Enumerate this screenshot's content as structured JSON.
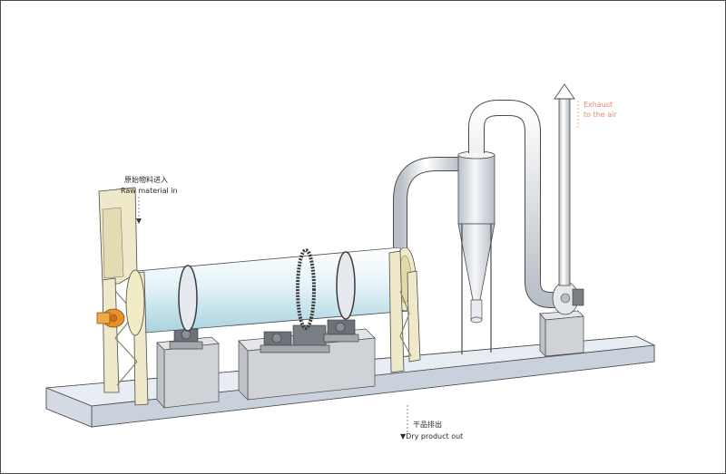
{
  "labels": {
    "raw_material_cn": "原始物料进入",
    "raw_material_en": "Raw material in",
    "exhaust_line1": "Exhaust",
    "exhaust_line2": "to the air",
    "dry_product_cn": "干品排出",
    "dry_product_en": "Dry product out"
  },
  "colors": {
    "frame_outline": "#4a4a4a",
    "base_platform_top": "#dfe6ee",
    "base_platform_front": "#c9d1dc",
    "drum_body": "#e4f3f8",
    "drum_end_ring": "#f2ecc6",
    "support_frame": "#efe9c9",
    "pedestal": "#cfd2d6",
    "motor": "#6d7178",
    "duct_pipe": "#edf0f3",
    "burner_fan": "#e8912b",
    "exhaust_label": "#e5866a"
  },
  "icons": [
    "up-arrow-icon",
    "down-arrow-icon"
  ]
}
